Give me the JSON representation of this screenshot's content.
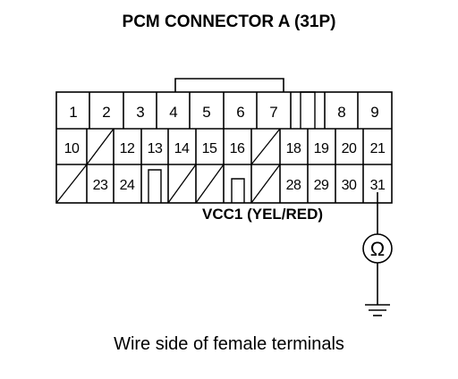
{
  "title": "PCM CONNECTOR A (31P)",
  "wire_label": "VCC1 (YEL/RED)",
  "caption": "Wire side of female terminals",
  "meter_symbol": "Ω",
  "terminals": {
    "row1": [
      "1",
      "2",
      "3",
      "4",
      "5",
      "6",
      "7",
      "8",
      "9"
    ],
    "row2": [
      "10",
      "12",
      "13",
      "14",
      "15",
      "16",
      "18",
      "19",
      "20",
      "21"
    ],
    "row3": [
      "23",
      "24",
      "28",
      "29",
      "30",
      "31"
    ]
  },
  "probe_terminal": "31"
}
